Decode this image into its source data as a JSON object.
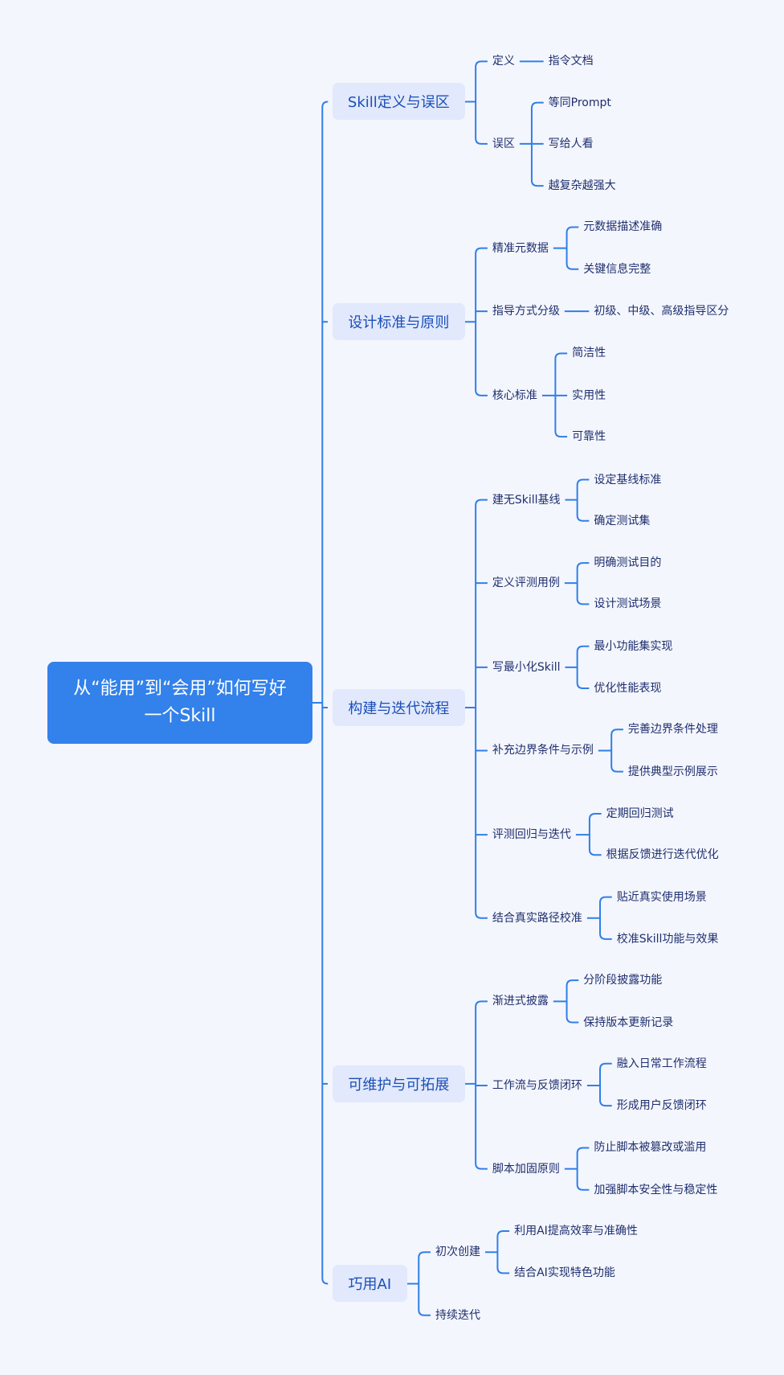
{
  "title": "从“能用”到“会用”如何写好一个Skill",
  "colors": {
    "line": "#2f7fe8",
    "root": "#3381ea",
    "branch_bg": "#e2e9fc",
    "text": "#1e2f6e"
  },
  "branches": [
    {
      "label": "Skill定义与误区",
      "children": [
        {
          "label": "定义",
          "children": [
            {
              "label": "指令文档"
            }
          ]
        },
        {
          "label": "误区",
          "children": [
            {
              "label": "等同Prompt"
            },
            {
              "label": "写给人看"
            },
            {
              "label": "越复杂越强大"
            }
          ]
        }
      ]
    },
    {
      "label": "设计标准与原则",
      "children": [
        {
          "label": "精准元数据",
          "children": [
            {
              "label": "元数据描述准确"
            },
            {
              "label": "关键信息完整"
            }
          ]
        },
        {
          "label": "指导方式分级",
          "children": [
            {
              "label": "初级、中级、高级指导区分"
            }
          ]
        },
        {
          "label": "核心标准",
          "children": [
            {
              "label": "简洁性"
            },
            {
              "label": "实用性"
            },
            {
              "label": "可靠性"
            }
          ]
        }
      ]
    },
    {
      "label": "构建与迭代流程",
      "children": [
        {
          "label": "建无Skill基线",
          "children": [
            {
              "label": "设定基线标准"
            },
            {
              "label": "确定测试集"
            }
          ]
        },
        {
          "label": "定义评测用例",
          "children": [
            {
              "label": "明确测试目的"
            },
            {
              "label": "设计测试场景"
            }
          ]
        },
        {
          "label": "写最小化Skill",
          "children": [
            {
              "label": "最小功能集实现"
            },
            {
              "label": "优化性能表现"
            }
          ]
        },
        {
          "label": "补充边界条件与示例",
          "children": [
            {
              "label": "完善边界条件处理"
            },
            {
              "label": "提供典型示例展示"
            }
          ]
        },
        {
          "label": "评测回归与迭代",
          "children": [
            {
              "label": "定期回归测试"
            },
            {
              "label": "根据反馈进行迭代优化"
            }
          ]
        },
        {
          "label": "结合真实路径校准",
          "children": [
            {
              "label": "贴近真实使用场景"
            },
            {
              "label": "校准Skill功能与效果"
            }
          ]
        }
      ]
    },
    {
      "label": "可维护与可拓展",
      "children": [
        {
          "label": "渐进式披露",
          "children": [
            {
              "label": "分阶段披露功能"
            },
            {
              "label": "保持版本更新记录"
            }
          ]
        },
        {
          "label": "工作流与反馈闭环",
          "children": [
            {
              "label": "融入日常工作流程"
            },
            {
              "label": "形成用户反馈闭环"
            }
          ]
        },
        {
          "label": "脚本加固原则",
          "children": [
            {
              "label": "防止脚本被篡改或滥用"
            },
            {
              "label": "加强脚本安全性与稳定性"
            }
          ]
        }
      ]
    },
    {
      "label": "巧用AI",
      "children": [
        {
          "label": "初次创建",
          "children": [
            {
              "label": "利用AI提高效率与准确性"
            },
            {
              "label": "结合AI实现特色功能"
            }
          ]
        },
        {
          "label": "持续迭代"
        }
      ]
    }
  ]
}
